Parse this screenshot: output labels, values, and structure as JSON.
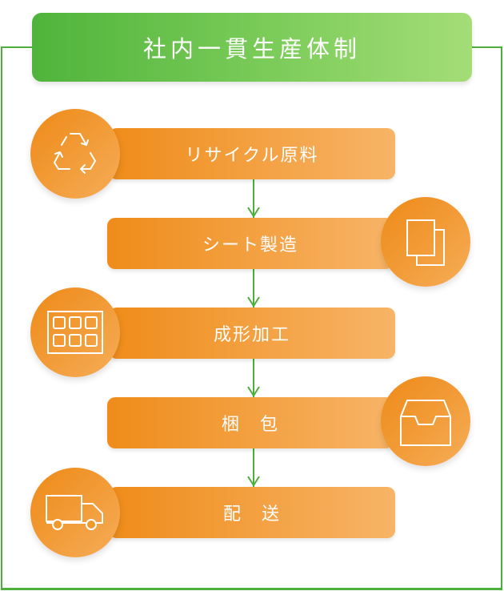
{
  "title": "社内一貫生産体制",
  "steps": [
    {
      "label": "リサイクル原料",
      "icon": "recycle-icon"
    },
    {
      "label": "シート製造",
      "icon": "sheets-icon"
    },
    {
      "label": "成形加工",
      "icon": "tray-grid-icon"
    },
    {
      "label": "梱　包",
      "icon": "box-icon"
    },
    {
      "label": "配　送",
      "icon": "truck-icon"
    }
  ],
  "colors": {
    "green": "#4caf3b",
    "orange": "#ef8c1a",
    "light_orange": "#f6ad58"
  }
}
